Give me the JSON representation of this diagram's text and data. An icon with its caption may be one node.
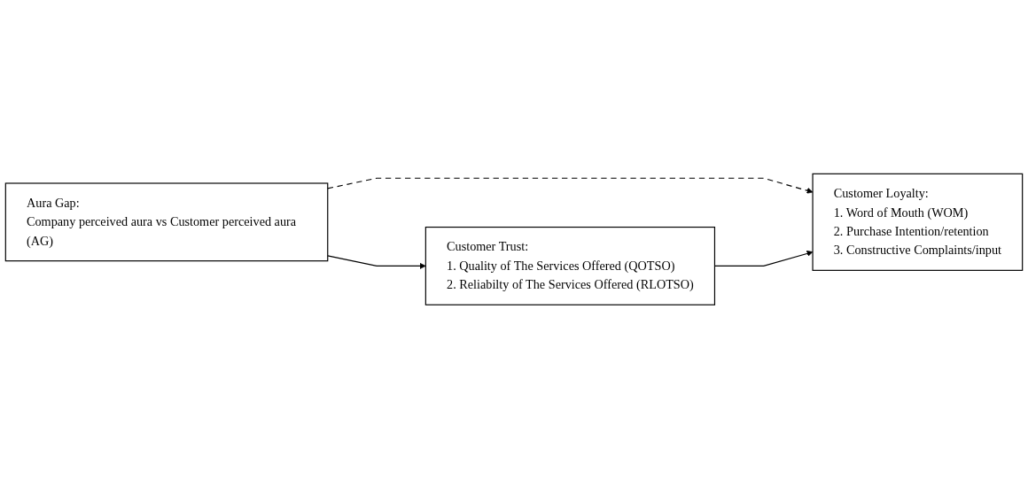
{
  "diagram": {
    "nodes": [
      {
        "text": [
          "Aura Gap:",
          "Company perceived aura vs Customer perceived aura (AG)"
        ]
      },
      {
        "text": [
          "Customer Trust:",
          "1. Quality of The Services Offered (QOTSO)",
          "2. Reliabilty of The Services Offered (RLOTSO)"
        ]
      },
      {
        "text": [
          "Customer Loyalty:",
          "1. Word of Mouth (WOM)",
          "2. Purchase Intention/retention",
          "3. Constructive Complaints/input"
        ]
      }
    ],
    "edges": [
      {
        "from": 0,
        "to": 1,
        "arrow": "to"
      },
      {
        "from": 0,
        "to": 2,
        "arrow": "to",
        "style": "dashed"
      },
      {
        "from": 1,
        "to": 2,
        "arrow": "to"
      }
    ]
  }
}
